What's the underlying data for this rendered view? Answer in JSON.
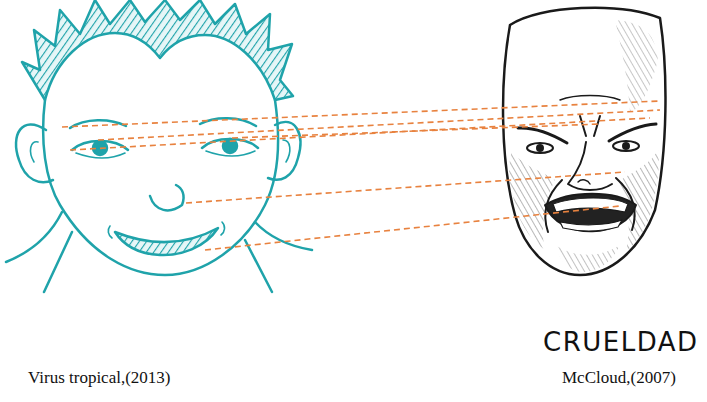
{
  "diagram": {
    "nodes": [
      {
        "text": [
          "Virus tropical,(2013)"
        ]
      },
      {
        "text": [
          "CRUELDAD",
          "McCloud,(2007)"
        ]
      }
    ],
    "edges": [
      {
        "from": 0,
        "to": 1,
        "arrow": "none"
      },
      {
        "from": 0,
        "to": 1,
        "arrow": "none"
      },
      {
        "from": 0,
        "to": 1,
        "arrow": "none"
      },
      {
        "from": 0,
        "to": 1,
        "arrow": "none"
      },
      {
        "from": 0,
        "to": 1,
        "arrow": "none"
      },
      {
        "from": 0,
        "to": 1,
        "arrow": "none"
      }
    ]
  }
}
